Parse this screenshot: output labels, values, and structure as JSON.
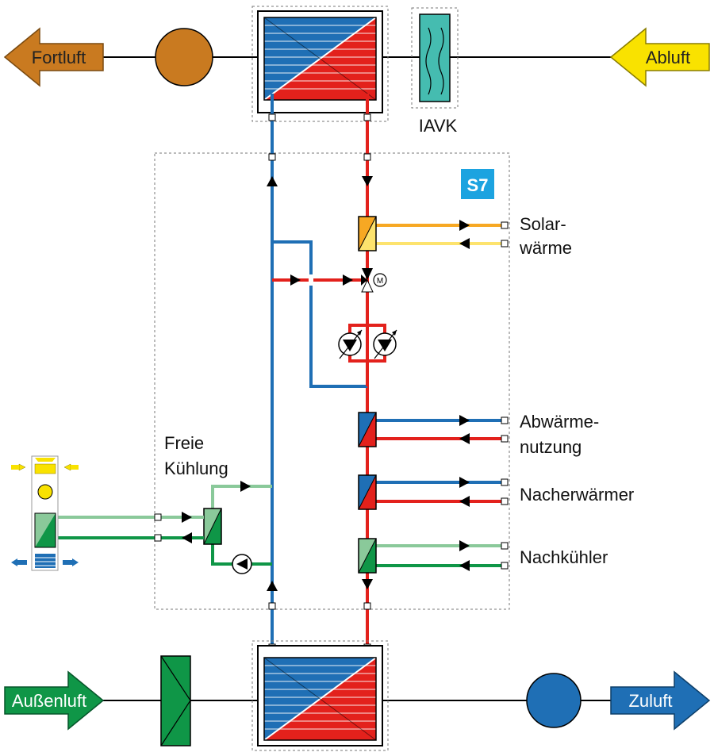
{
  "labels": {
    "fortluft": "Fortluft",
    "abluft": "Abluft",
    "aussenluft": "Außenluft",
    "zuluft": "Zuluft",
    "iavk": "IAVK",
    "badge": "S7",
    "freie_kuehlung_1": "Freie",
    "freie_kuehlung_2": "Kühlung",
    "solar_1": "Solar-",
    "solar_2": "wärme",
    "abwaerme_1": "Abwärme-",
    "abwaerme_2": "nutzung",
    "nacherwaermer": "Nacherwärmer",
    "nachkuehler": "Nachkühler",
    "motor": "M"
  },
  "colors": {
    "blue": "#1f6fb5",
    "red": "#e3211c",
    "orange": "#f7a823",
    "light_yellow": "#fde36d",
    "green": "#0f9647",
    "light_green": "#8ac99a",
    "brown": "#c97a20",
    "yellow": "#f9e200",
    "teal": "#45bcb0",
    "badge": "#1ca3e0",
    "dashed": "#777777"
  },
  "icons": {
    "fortluft_arrow": "arrow-left",
    "abluft_arrow": "arrow-left",
    "aussenluft_arrow": "arrow-right",
    "zuluft_arrow": "arrow-right",
    "fan": "circle-fan",
    "pump": "pump",
    "heat_exchanger": "plate-heat-exchanger",
    "motor_valve": "three-way-valve-motor"
  }
}
